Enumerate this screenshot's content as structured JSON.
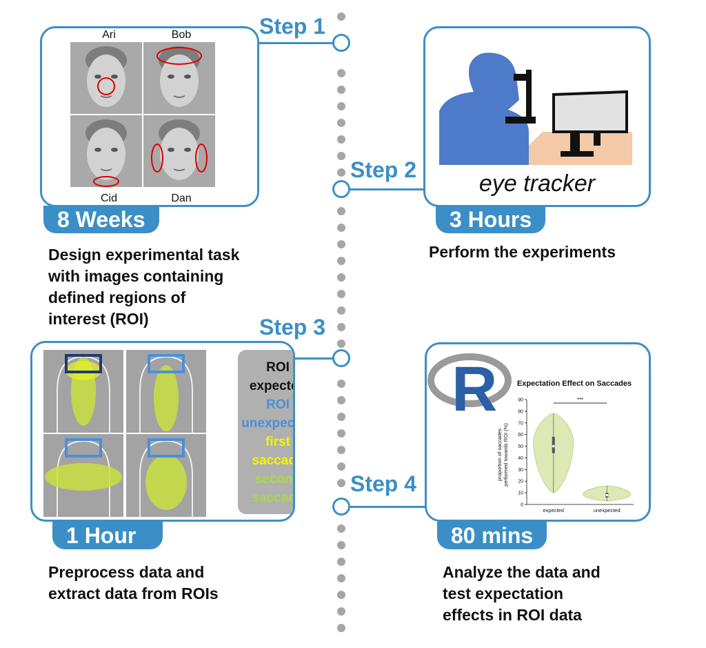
{
  "colors": {
    "accent": "#3b8fc6",
    "dot": "#a6a6a6",
    "roi_expected": "#1f3b6e",
    "roi_unexpected": "#4a90d9",
    "first_saccade": "#f5f500",
    "second_saccade": "#a8d84a",
    "violin_fill": "#dce9b5"
  },
  "steps": [
    {
      "label": "Step 1",
      "duration": "8 Weeks",
      "description": [
        "Design experimental task",
        "with images containing",
        "defined regions of",
        "interest (ROI)"
      ]
    },
    {
      "label": "Step 2",
      "duration": "3 Hours",
      "description": [
        "Perform the experiments"
      ]
    },
    {
      "label": "Step 3",
      "duration": "1 Hour",
      "description": [
        "Preprocess data and",
        "extract data from ROIs"
      ]
    },
    {
      "label": "Step 4",
      "duration": "80 mins",
      "description": [
        "Analyze the data and",
        "test expectation",
        "effects in ROI data"
      ]
    }
  ],
  "faces": {
    "names": [
      "Ari",
      "Bob",
      "Cid",
      "Dan"
    ]
  },
  "eye_tracker": {
    "label": "eye tracker"
  },
  "legend": {
    "lines": [
      "ROI",
      "expected",
      "ROI",
      "unexpected",
      "first",
      "saccade",
      "second",
      "saccade"
    ]
  },
  "r_logo": {
    "letter": "R"
  },
  "chart_data": {
    "type": "violin",
    "title": "Expectation Effect on Saccades",
    "ylabel": "proportion of saccades performed towards ROI (%)",
    "ylabel_lines": [
      "proportion of saccades",
      "performed towards ROI (%)"
    ],
    "ylim": [
      0,
      90
    ],
    "yticks": [
      0,
      10,
      20,
      30,
      40,
      50,
      60,
      70,
      80,
      90
    ],
    "categories": [
      "expected",
      "unexpected"
    ],
    "series": [
      {
        "values": [
          {
            "min": 10,
            "max": 78,
            "median": 50,
            "q1": 44,
            "q3": 58
          },
          {
            "min": 3,
            "max": 16,
            "median": 8,
            "q1": 6,
            "q3": 10
          }
        ]
      }
    ],
    "significance": "***"
  }
}
